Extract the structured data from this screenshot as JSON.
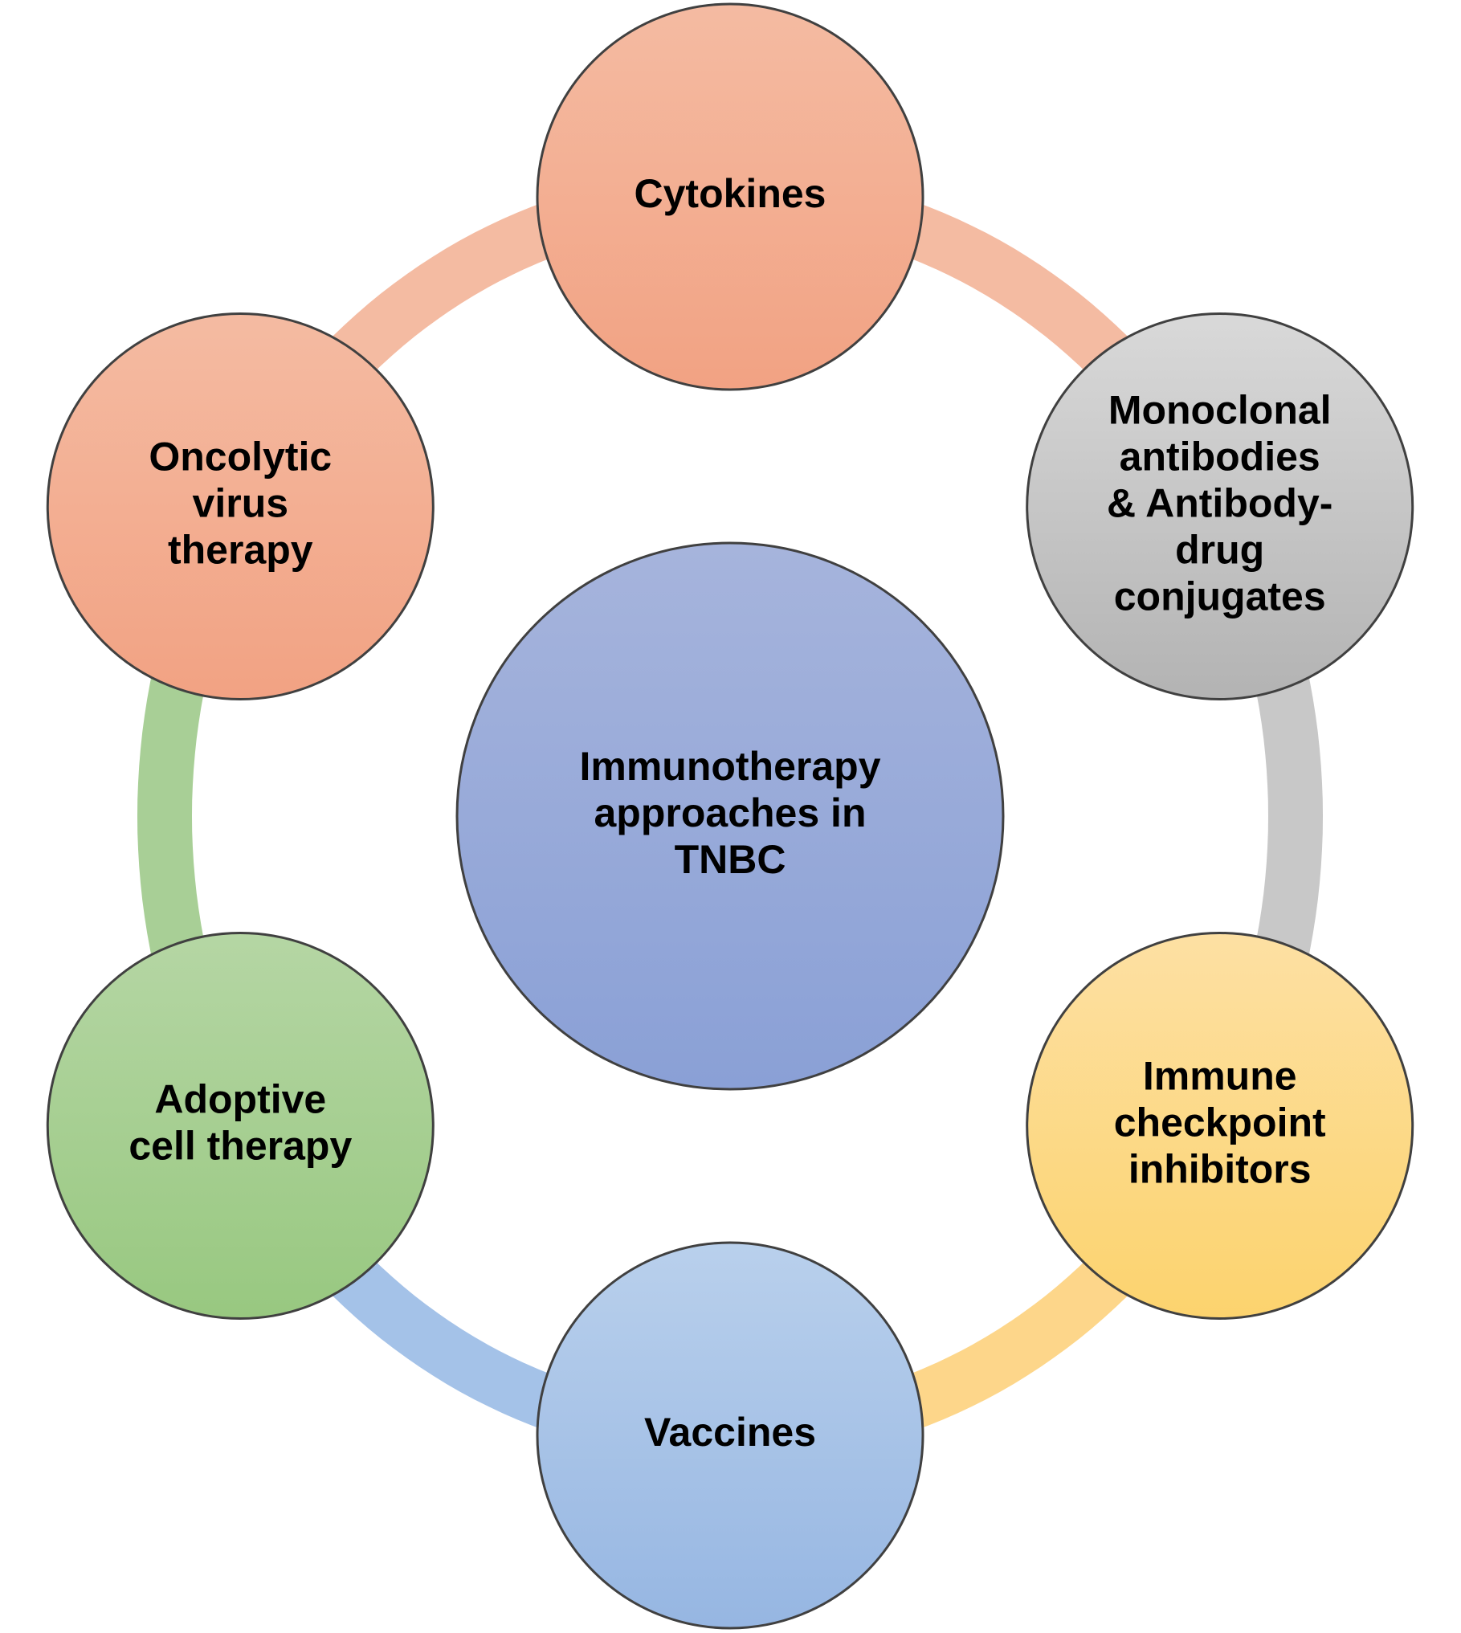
{
  "center": {
    "lines": [
      "Immunotherapy",
      "approaches in",
      "TNBC"
    ],
    "colors": [
      "#a6b4dc",
      "#8aa0d6"
    ]
  },
  "nodes": [
    {
      "id": "cytokines",
      "lines": [
        "Cytokines"
      ],
      "colors": [
        "#f4bba2",
        "#f2a283"
      ]
    },
    {
      "id": "monoclonal-antibodies",
      "lines": [
        "Monoclonal",
        "antibodies",
        "& Antibody-",
        "drug",
        "conjugates"
      ],
      "colors": [
        "#d9d9d9",
        "#b3b3b3"
      ]
    },
    {
      "id": "immune-checkpoint-inhibitors",
      "lines": [
        "Immune",
        "checkpoint",
        "inhibitors"
      ],
      "colors": [
        "#fde0a3",
        "#fcd36e"
      ]
    },
    {
      "id": "vaccines",
      "lines": [
        "Vaccines"
      ],
      "colors": [
        "#b9d0ec",
        "#96b6e2"
      ]
    },
    {
      "id": "adoptive-cell-therapy",
      "lines": [
        "Adoptive",
        "cell therapy"
      ],
      "colors": [
        "#b5d6a4",
        "#98c880"
      ]
    },
    {
      "id": "oncolytic-virus-therapy",
      "lines": [
        "Oncolytic",
        "virus",
        "therapy"
      ],
      "colors": [
        "#f4bba2",
        "#f2a283"
      ]
    }
  ],
  "ring_segments": [
    {
      "from": "oncolytic-virus-therapy",
      "to": "cytokines",
      "color": "#f4bba2"
    },
    {
      "from": "cytokines",
      "to": "monoclonal-antibodies",
      "color": "#f4bba2"
    },
    {
      "from": "monoclonal-antibodies",
      "to": "immune-checkpoint-inhibitors",
      "color": "#c8c8c8"
    },
    {
      "from": "immune-checkpoint-inhibitors",
      "to": "vaccines",
      "color": "#fdd68a"
    },
    {
      "from": "vaccines",
      "to": "adoptive-cell-therapy",
      "color": "#a4c2e8"
    },
    {
      "from": "adoptive-cell-therapy",
      "to": "oncolytic-virus-therapy",
      "color": "#a8cf96"
    }
  ]
}
